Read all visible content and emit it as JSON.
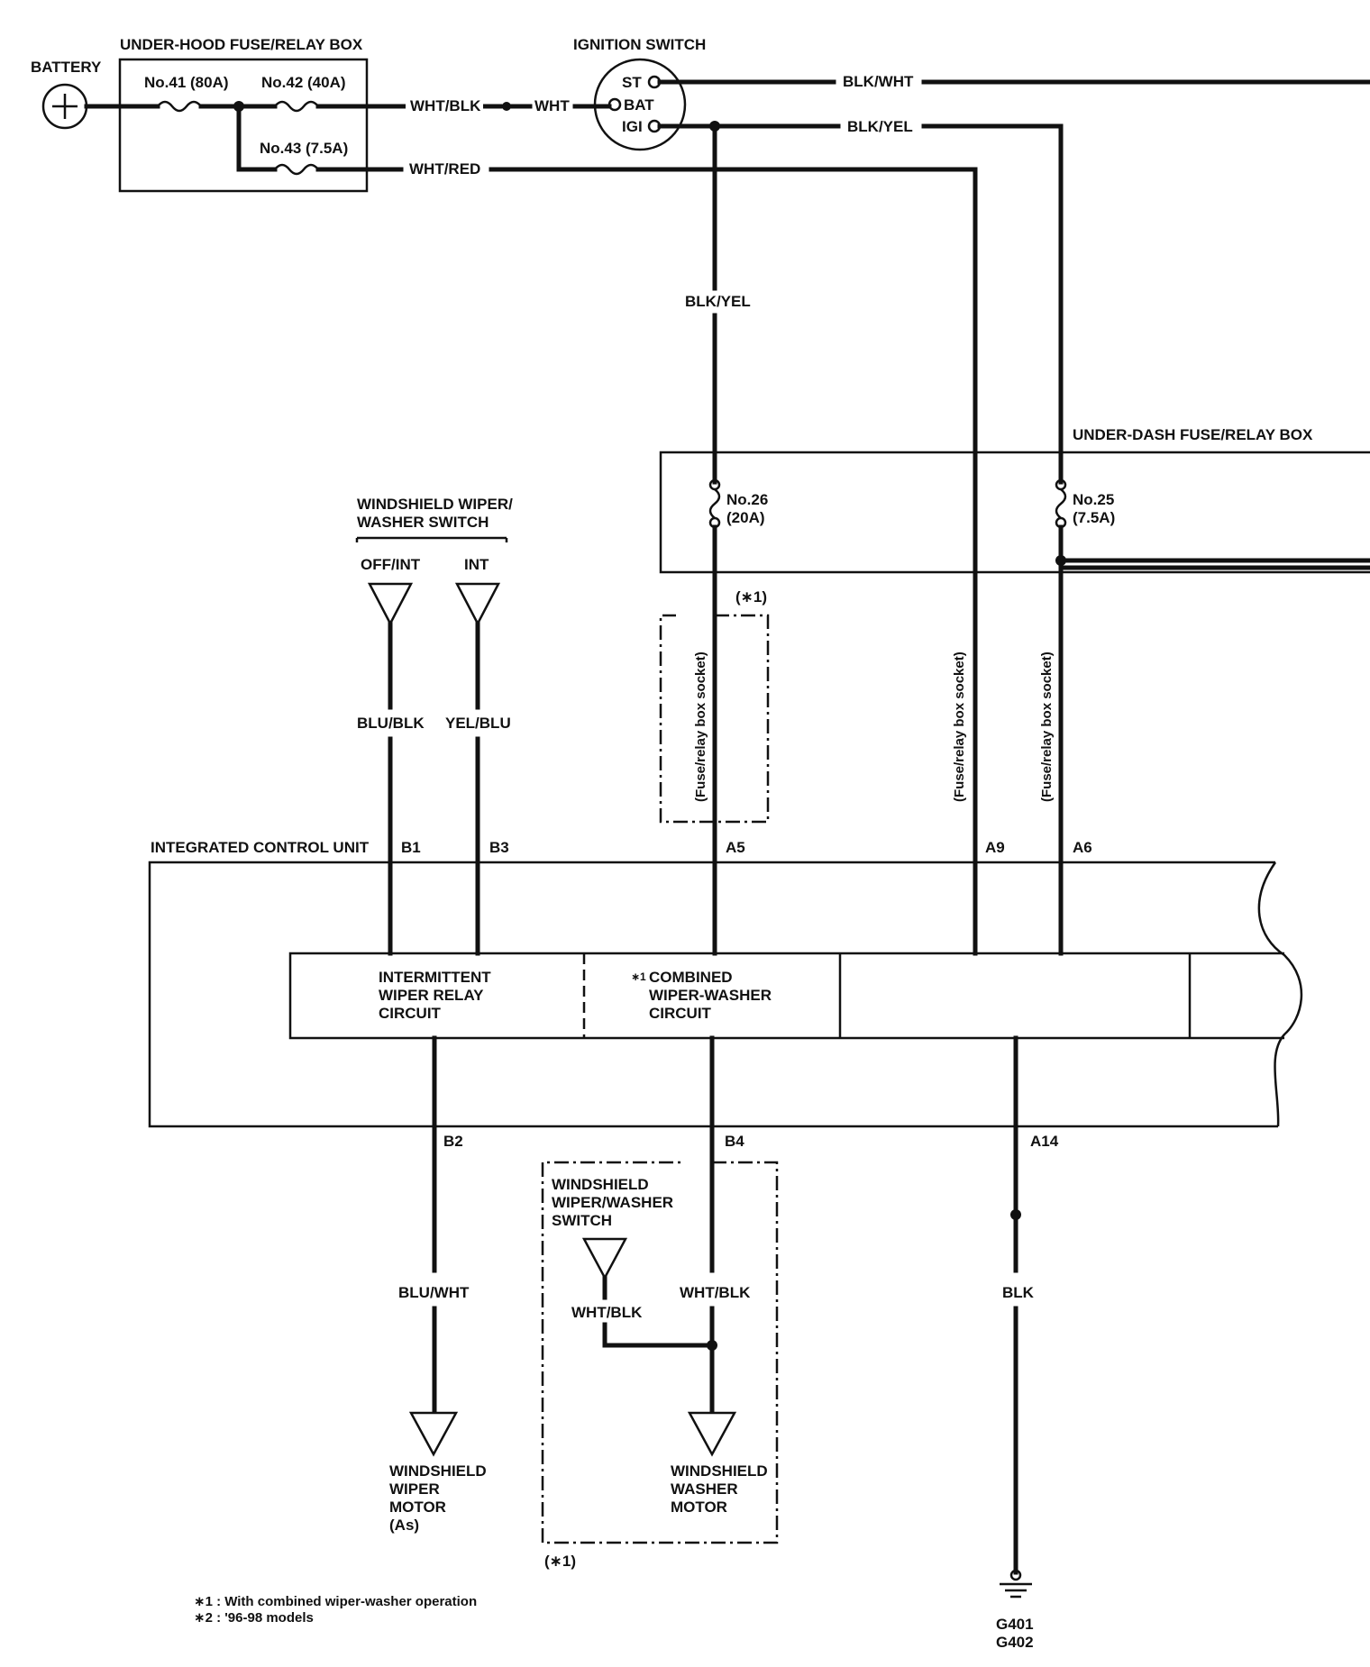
{
  "labels": {
    "battery": "BATTERY",
    "underhood_box": "UNDER-HOOD FUSE/RELAY BOX",
    "fuse41": "No.41 (80A)",
    "fuse42": "No.42 (40A)",
    "fuse43": "No.43 (7.5A)",
    "ignition_switch": "IGNITION SWITCH",
    "ign_st": "ST",
    "ign_bat": "BAT",
    "ign_igi": "IGI",
    "underdash_box": "UNDER-DASH FUSE/RELAY BOX",
    "fuse26_a": "No.26",
    "fuse26_b": "(20A)",
    "fuse25_a": "No.25",
    "fuse25_b": "(7.5A)",
    "star1": "(∗1)",
    "socket": "(Fuse/relay box socket)",
    "wiper_switch_a": "WINDSHIELD WIPER/",
    "wiper_switch_b": "WASHER SWITCH",
    "off_int": "OFF/INT",
    "int": "INT",
    "icu": "INTEGRATED CONTROL UNIT",
    "intermittent_a": "INTERMITTENT",
    "intermittent_b": "WIPER RELAY",
    "intermittent_c": "CIRCUIT",
    "combined_star": "∗1",
    "combined_a": "COMBINED",
    "combined_b": "WIPER-WASHER",
    "combined_c": "CIRCUIT",
    "lower_switch_a": "WINDSHIELD",
    "lower_switch_b": "WIPER/WASHER",
    "lower_switch_c": "SWITCH",
    "wiper_motor_a": "WINDSHIELD",
    "wiper_motor_b": "WIPER",
    "wiper_motor_c": "MOTOR",
    "wiper_motor_d": "(As)",
    "washer_motor_a": "WINDSHIELD",
    "washer_motor_b": "WASHER",
    "washer_motor_c": "MOTOR",
    "ground_a": "G401",
    "ground_b": "G402",
    "note1": "∗1  : With combined wiper-washer operation",
    "note2": "∗2  : '96-98 models"
  },
  "wires": {
    "wht_blk_1": "WHT/BLK",
    "wht": "WHT",
    "wht_red": "WHT/RED",
    "blk_wht": "BLK/WHT",
    "blk_yel_top": "BLK/YEL",
    "blk_yel_mid": "BLK/YEL",
    "blu_blk": "BLU/BLK",
    "yel_blu": "YEL/BLU",
    "blu_wht": "BLU/WHT",
    "wht_blk_2": "WHT/BLK",
    "wht_blk_3": "WHT/BLK",
    "blk": "BLK"
  },
  "pins": {
    "b1": "B1",
    "b3": "B3",
    "a5": "A5",
    "a9": "A9",
    "a6": "A6",
    "b2": "B2",
    "b4": "B4",
    "a14": "A14"
  }
}
